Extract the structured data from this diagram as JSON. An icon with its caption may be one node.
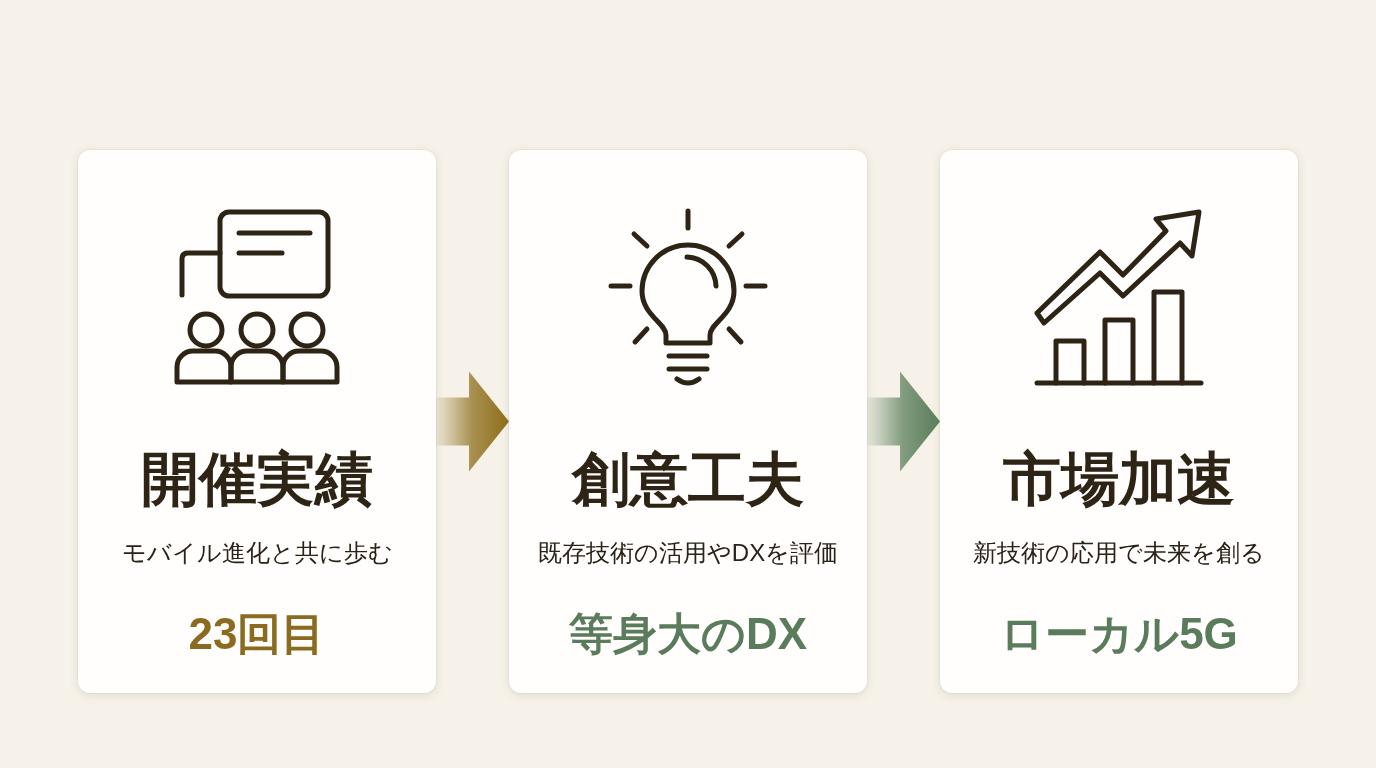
{
  "diagram": {
    "nodes": [
      {
        "text": [
          "開催実績",
          "モバイル進化と共に歩む",
          "23回目"
        ]
      },
      {
        "text": [
          "創意工夫",
          "既存技術の活用やDXを評価",
          "等身大のDX"
        ]
      },
      {
        "text": [
          "市場加速",
          "新技術の応用で未来を創る",
          "ローカル5G"
        ]
      }
    ],
    "edges": [
      {
        "from": 0,
        "to": 1,
        "arrow": "to",
        "color": "#8d6e1a"
      },
      {
        "from": 1,
        "to": 2,
        "arrow": "to",
        "color": "#5a7d5a"
      }
    ]
  }
}
